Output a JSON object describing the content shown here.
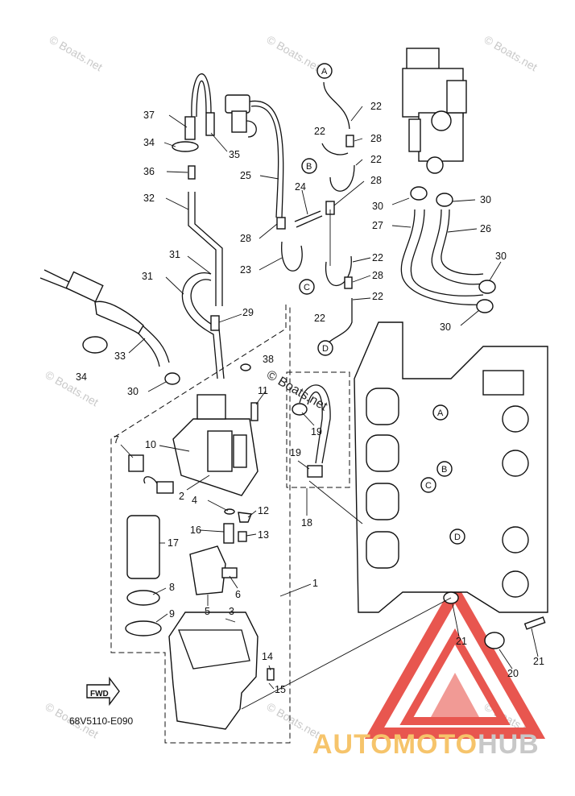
{
  "watermark": "© Boats.net",
  "diagram_code": "68V5110-E090",
  "fwd_label": "FWD",
  "brand": {
    "part1": "AUTOMOTO",
    "part2": "HUB"
  },
  "letters": [
    "A",
    "B",
    "C",
    "D"
  ],
  "callouts": [
    "1",
    "2",
    "3",
    "4",
    "5",
    "6",
    "7",
    "8",
    "9",
    "10",
    "11",
    "12",
    "13",
    "14",
    "15",
    "16",
    "17",
    "18",
    "19",
    "20",
    "21",
    "22",
    "23",
    "24",
    "25",
    "26",
    "27",
    "28",
    "29",
    "30",
    "31",
    "32",
    "33",
    "34",
    "35",
    "36",
    "37",
    "38"
  ],
  "colors": {
    "line": "#111111",
    "logo_red": "#e8564f",
    "logo_orange": "#f6c46b",
    "logo_gray": "#c8c8c8",
    "watermark": "#c9c9c9"
  }
}
